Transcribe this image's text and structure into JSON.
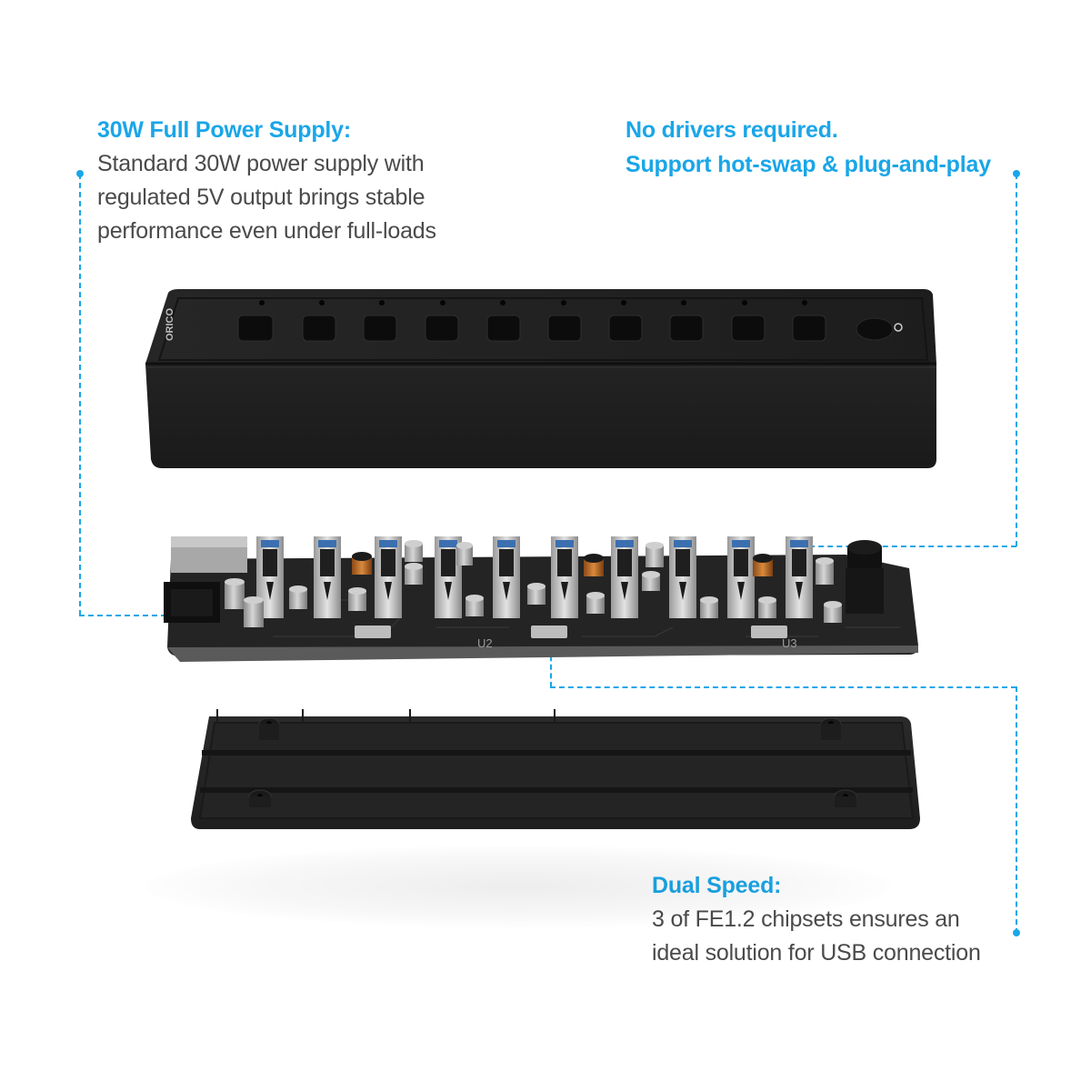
{
  "theme": {
    "accent": "#1aa6e8",
    "body_text": "#4a4a4a",
    "housing": "#1f1f1f",
    "pcb": "#2a2a2a",
    "background": "#ffffff"
  },
  "callouts": {
    "power": {
      "title": "30W Full Power Supply:",
      "lines": [
        "Standard 30W power supply with",
        "regulated 5V output brings stable",
        "performance even under full-loads"
      ],
      "points_to": "dc-power-jack"
    },
    "drivers": {
      "lines": [
        "No drivers required.",
        "Support hot-swap & plug-and-play"
      ],
      "points_to": "usb-port-10"
    },
    "speed": {
      "title": "Dual Speed:",
      "lines": [
        "3 of FE1.2 chipsets ensures an",
        "ideal solution for USB connection"
      ],
      "points_to": "hub-chipset"
    }
  },
  "product": {
    "brand": "ORICO",
    "top_cover": {
      "usb_ports": 10,
      "indicator_leds": 10,
      "icons": [
        "power-button-icon"
      ]
    },
    "pcb": {
      "usb_ports": 10,
      "silkscreen_labels": [
        "U2",
        "U3"
      ]
    },
    "bottom_plate": {
      "screw_posts": 4
    }
  }
}
